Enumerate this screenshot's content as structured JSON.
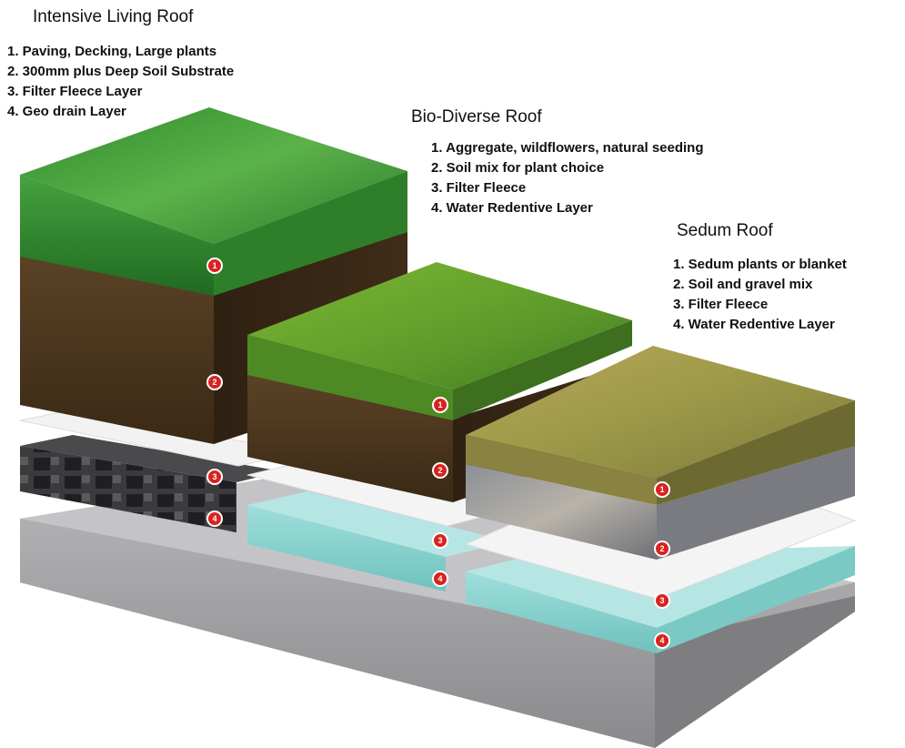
{
  "intensive": {
    "title": "Intensive Living Roof",
    "items": [
      "1. Paving, Decking, Large plants",
      "2. 300mm plus Deep Soil Substrate",
      "3. Filter Fleece Layer",
      "4. Geo drain Layer"
    ]
  },
  "biodiverse": {
    "title": "Bio-Diverse Roof",
    "items": [
      "1. Aggregate, wildflowers, natural seeding",
      "2. Soil mix for plant choice",
      "3. Filter Fleece",
      "4. Water Redentive Layer"
    ]
  },
  "sedum": {
    "title": "Sedum Roof",
    "items": [
      "1. Sedum plants or blanket",
      "2. Soil and gravel mix",
      "3. Filter Fleece",
      "4. Water Redentive Layer"
    ]
  },
  "markers": {
    "intensive": [
      "1",
      "2",
      "3",
      "4"
    ],
    "biodiverse": [
      "1",
      "2",
      "3",
      "4"
    ],
    "sedum": [
      "1",
      "2",
      "3",
      "4"
    ]
  },
  "colors": {
    "grass": "#3f9a3a",
    "soil": "#4a3520",
    "fleece": "#f4f4f4",
    "water": "#8fd3d0",
    "base": "#9a9a9c",
    "sedum": "#a59a4e",
    "marker": "#d8231f"
  }
}
